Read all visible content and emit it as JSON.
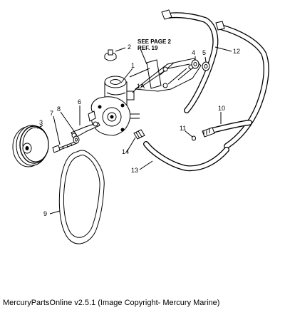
{
  "note": {
    "line1": "SEE PAGE 2",
    "line2": "REF. 19"
  },
  "callouts": {
    "c1": "1",
    "c1a": "1A",
    "c2": "2",
    "c3": "3",
    "c4": "4",
    "c5": "5",
    "c6": "6",
    "c7": "7",
    "c8": "8",
    "c9": "9",
    "c10": "10",
    "c11": "11",
    "c12": "12",
    "c13": "13",
    "c14": "14"
  },
  "caption": "MercuryPartsOnline v2.5.1 (Image Copyright- Mercury Marine)"
}
